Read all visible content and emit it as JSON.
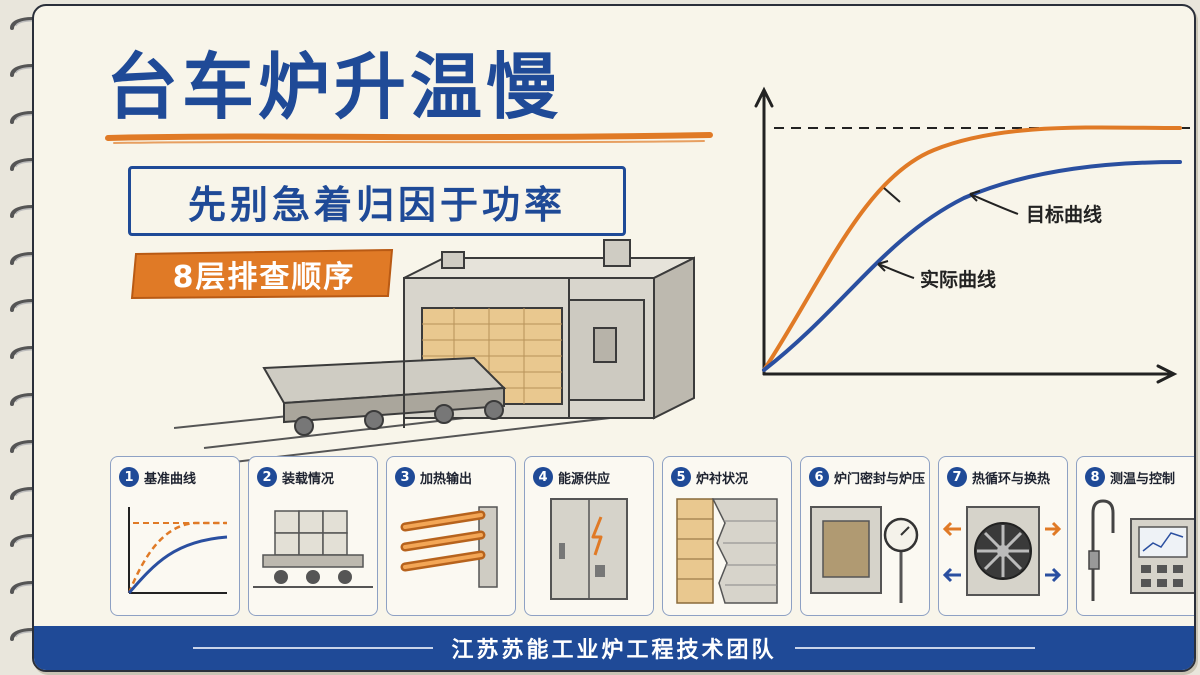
{
  "header": {
    "title": "台车炉升温慢",
    "subtitle": "先别急着归因于功率",
    "badge": "8层排查顺序"
  },
  "graph": {
    "target_label": "目标曲线",
    "actual_label": "实际曲线"
  },
  "steps": [
    {
      "num": "1",
      "label": "基准曲线",
      "icon": "baseline-curve-icon"
    },
    {
      "num": "2",
      "label": "装载情况",
      "icon": "loaded-cart-icon"
    },
    {
      "num": "3",
      "label": "加热输出",
      "icon": "heating-element-icon"
    },
    {
      "num": "4",
      "label": "能源供应",
      "icon": "power-cabinet-icon"
    },
    {
      "num": "5",
      "label": "炉衬状况",
      "icon": "furnace-lining-icon"
    },
    {
      "num": "6",
      "label": "炉门密封与炉压",
      "icon": "door-seal-gauge-icon"
    },
    {
      "num": "7",
      "label": "热循环与换热",
      "icon": "circulation-fan-icon"
    },
    {
      "num": "8",
      "label": "测温与控制",
      "icon": "thermocouple-controller-icon"
    }
  ],
  "footer": {
    "text": "江苏苏能工业炉工程技术团队"
  },
  "colors": {
    "brand_blue": "#1f4a97",
    "accent_orange": "#e07a26",
    "paper": "#f8f5ea"
  }
}
